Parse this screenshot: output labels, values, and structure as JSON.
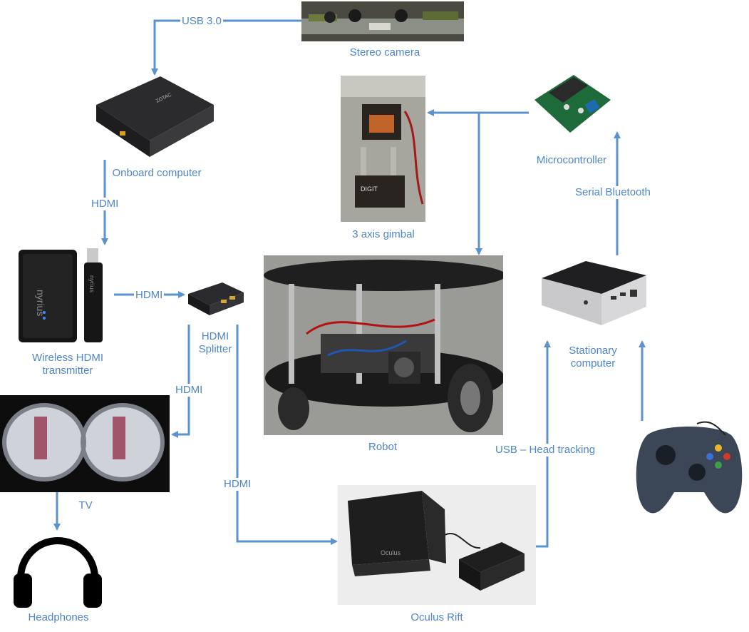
{
  "colors": {
    "connector": "#5b93cf",
    "label": "#4f86c6"
  },
  "nodes": {
    "stereo_camera": "Stereo camera",
    "onboard_computer": "Onboard computer",
    "gimbal": "3 axis gimbal",
    "microcontroller": "Microcontroller",
    "wireless_hdmi": "Wireless HDMI\ntransmitter",
    "hdmi_splitter": "HDMI\nSplitter",
    "robot": "Robot",
    "stationary_computer": "Stationary\ncomputer",
    "tv": "TV",
    "headphones": "Headphones",
    "oculus_rift": "Oculus Rift",
    "gamepad": ""
  },
  "edges": {
    "usb3": "USB 3.0",
    "hdmi_onboard_to_wireless": "HDMI",
    "hdmi_wireless_to_splitter": "HDMI",
    "hdmi_splitter_to_tv": "HDMI",
    "hdmi_splitter_to_rift": "HDMI",
    "serial_bluetooth": "Serial Bluetooth",
    "usb_head_tracking": "USB – Head tracking"
  },
  "device_text": {
    "zotac": "ZOTAC",
    "nyrius": "nyrius",
    "oculus": "Oculus"
  }
}
